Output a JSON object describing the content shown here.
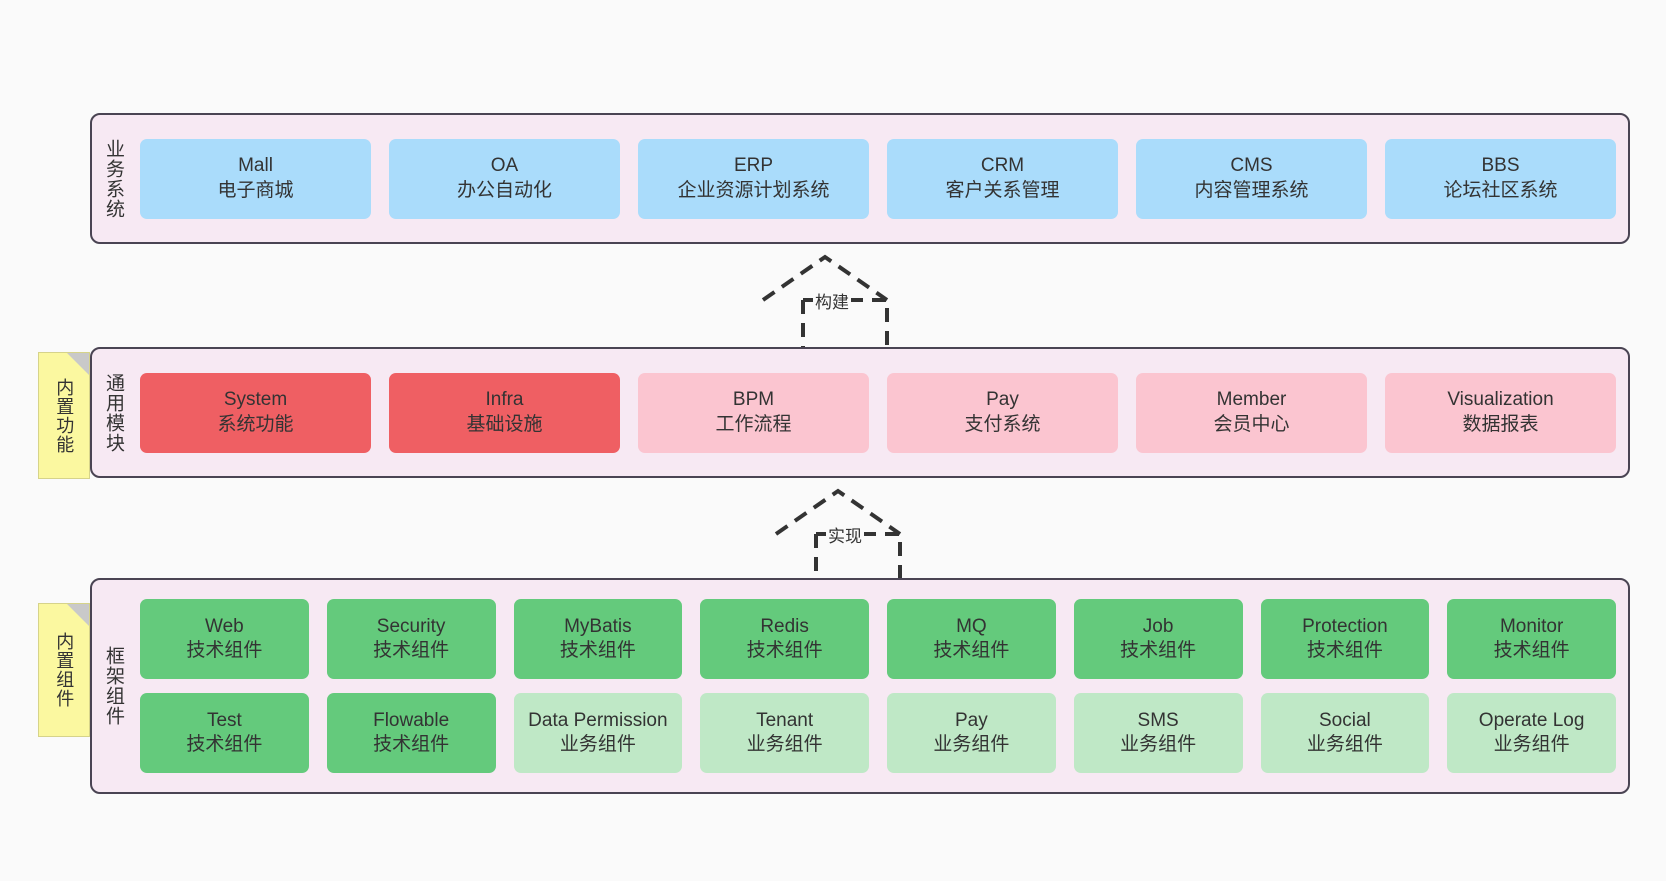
{
  "diagram": {
    "background_color": "#fafafa",
    "panel_color": "#f7e9f3",
    "panel_border_color": "#4a4453",
    "note_color": "#fbf8a0"
  },
  "notes": [
    {
      "label": "内置功能",
      "name": "builtin-function"
    },
    {
      "label": "内置组件",
      "name": "builtin-component"
    }
  ],
  "connectors": [
    {
      "label": "构建",
      "name": "build"
    },
    {
      "label": "实现",
      "name": "impl"
    }
  ],
  "layers": [
    {
      "name": "business",
      "title": "业务系统",
      "rows": [
        [
          {
            "title": "Mall",
            "subtitle": "电子商城",
            "color": "#aadcfb",
            "variant": "c-blue"
          },
          {
            "title": "OA",
            "subtitle": "办公自动化",
            "color": "#aadcfb",
            "variant": "c-blue"
          },
          {
            "title": "ERP",
            "subtitle": "企业资源计划系统",
            "color": "#aadcfb",
            "variant": "c-blue"
          },
          {
            "title": "CRM",
            "subtitle": "客户关系管理",
            "color": "#aadcfb",
            "variant": "c-blue"
          },
          {
            "title": "CMS",
            "subtitle": "内容管理系统",
            "color": "#aadcfb",
            "variant": "c-blue"
          },
          {
            "title": "BBS",
            "subtitle": "论坛社区系统",
            "color": "#aadcfb",
            "variant": "c-blue"
          }
        ]
      ]
    },
    {
      "name": "modules",
      "title": "通用模块",
      "rows": [
        [
          {
            "title": "System",
            "subtitle": "系统功能",
            "color": "#ef5f63",
            "variant": "c-red"
          },
          {
            "title": "Infra",
            "subtitle": "基础设施",
            "color": "#ef5f63",
            "variant": "c-red"
          },
          {
            "title": "BPM",
            "subtitle": "工作流程",
            "color": "#fbc5d0",
            "variant": "c-pink"
          },
          {
            "title": "Pay",
            "subtitle": "支付系统",
            "color": "#fbc5d0",
            "variant": "c-pink"
          },
          {
            "title": "Member",
            "subtitle": "会员中心",
            "color": "#fbc5d0",
            "variant": "c-pink"
          },
          {
            "title": "Visualization",
            "subtitle": "数据报表",
            "color": "#fbc5d0",
            "variant": "c-pink"
          }
        ]
      ]
    },
    {
      "name": "framework",
      "title": "框架组件",
      "rows": [
        [
          {
            "title": "Web",
            "subtitle": "技术组件",
            "color": "#64ca7c",
            "variant": "c-green"
          },
          {
            "title": "Security",
            "subtitle": "技术组件",
            "color": "#64ca7c",
            "variant": "c-green"
          },
          {
            "title": "MyBatis",
            "subtitle": "技术组件",
            "color": "#64ca7c",
            "variant": "c-green"
          },
          {
            "title": "Redis",
            "subtitle": "技术组件",
            "color": "#64ca7c",
            "variant": "c-green"
          },
          {
            "title": "MQ",
            "subtitle": "技术组件",
            "color": "#64ca7c",
            "variant": "c-green"
          },
          {
            "title": "Job",
            "subtitle": "技术组件",
            "color": "#64ca7c",
            "variant": "c-green"
          },
          {
            "title": "Protection",
            "subtitle": "技术组件",
            "color": "#64ca7c",
            "variant": "c-green"
          },
          {
            "title": "Monitor",
            "subtitle": "技术组件",
            "color": "#64ca7c",
            "variant": "c-green"
          }
        ],
        [
          {
            "title": "Test",
            "subtitle": "技术组件",
            "color": "#64ca7c",
            "variant": "c-green"
          },
          {
            "title": "Flowable",
            "subtitle": "技术组件",
            "color": "#64ca7c",
            "variant": "c-green"
          },
          {
            "title": "Data Permission",
            "subtitle": "业务组件",
            "color": "#bfe8c6",
            "variant": "c-lightgreen"
          },
          {
            "title": "Tenant",
            "subtitle": "业务组件",
            "color": "#bfe8c6",
            "variant": "c-lightgreen"
          },
          {
            "title": "Pay",
            "subtitle": "业务组件",
            "color": "#bfe8c6",
            "variant": "c-lightgreen"
          },
          {
            "title": "SMS",
            "subtitle": "业务组件",
            "color": "#bfe8c6",
            "variant": "c-lightgreen"
          },
          {
            "title": "Social",
            "subtitle": "业务组件",
            "color": "#bfe8c6",
            "variant": "c-lightgreen"
          },
          {
            "title": "Operate Log",
            "subtitle": "业务组件",
            "color": "#bfe8c6",
            "variant": "c-lightgreen"
          }
        ]
      ]
    }
  ]
}
